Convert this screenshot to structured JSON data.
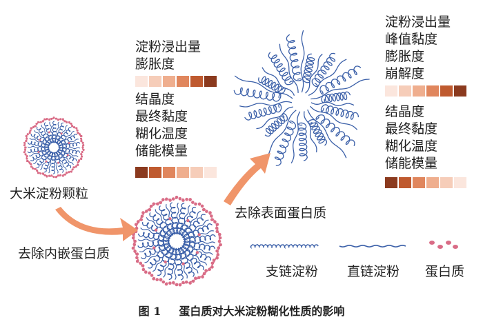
{
  "colors": {
    "starch": "#3a5fa8",
    "protein": "#d96c86",
    "arrow": "#f0956a",
    "scale": [
      "#fbe6dd",
      "#f6cdb9",
      "#efae8e",
      "#e0865d",
      "#bf5a2f",
      "#8b3a1e"
    ]
  },
  "labels": {
    "granule": "大米淀粉颗粒",
    "remove_internal": "去除内嵌蛋白质",
    "remove_surface": "去除表面蛋白质"
  },
  "panel_left": {
    "increase": [
      "淀粉浸出量",
      "膨胀度"
    ],
    "decrease": [
      "结晶度",
      "最终黏度",
      "糊化温度",
      "储能模量"
    ]
  },
  "panel_right": {
    "increase": [
      "淀粉浸出量",
      "峰值黏度",
      "膨胀度",
      "崩解度"
    ],
    "decrease": [
      "结晶度",
      "最终黏度",
      "糊化温度",
      "储能模量"
    ]
  },
  "legend": {
    "amylopectin": "支链淀粉",
    "amylose": "直链淀粉",
    "protein": "蛋白质"
  },
  "caption": {
    "number": "图 1",
    "title": "蛋白质对大米淀粉糊化性质的影响"
  }
}
